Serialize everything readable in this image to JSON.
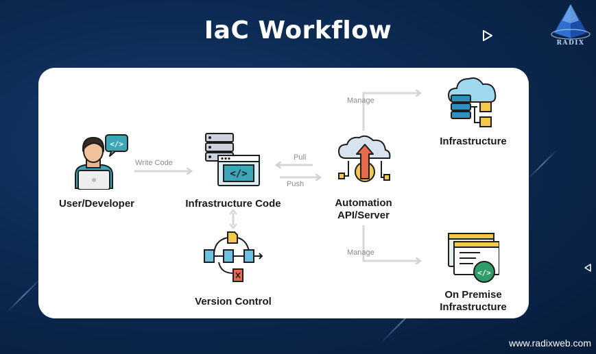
{
  "title": "IaC Workflow",
  "brand": {
    "logo_text": "RADIX",
    "website": "www.radixweb.com"
  },
  "nodes": {
    "user": "User/Developer",
    "code": "Infrastructure Code",
    "vcs": "Version Control",
    "automation_line1": "Automation",
    "automation_line2": "API/Server",
    "infra": "Infrastructure",
    "onprem_line1": "On Premise",
    "onprem_line2": "Infrastructure"
  },
  "edges": {
    "write_code": "Write Code",
    "pull": "Pull",
    "push": "Push",
    "manage_top": "Manage",
    "manage_bottom": "Manage"
  },
  "icons": {
    "play": "play-icon",
    "user": "developer-laptop-icon",
    "code": "server-code-icon",
    "vcs": "version-control-flow-icon",
    "automation": "cloud-automation-icon",
    "infra": "cloud-infrastructure-icon",
    "onprem": "on-premise-window-icon"
  }
}
